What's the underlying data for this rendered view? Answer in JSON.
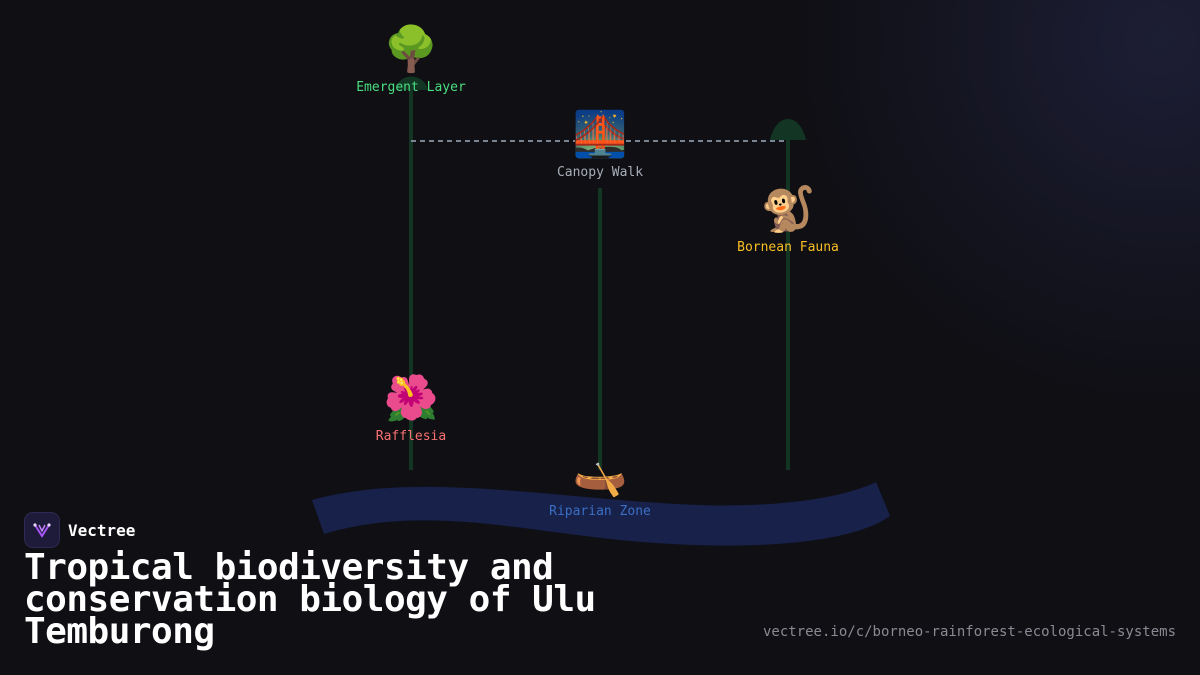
{
  "nodes": [
    {
      "id": "emergent",
      "icon": "tree-icon",
      "emoji": "🌳",
      "label": "Emergent Layer",
      "color": "#4ade80"
    },
    {
      "id": "canopy",
      "icon": "bridge-at-night-icon",
      "emoji": "🌉",
      "label": "Canopy Walk",
      "color": "#a8adb8"
    },
    {
      "id": "fauna",
      "icon": "monkey-icon",
      "emoji": "🐒",
      "label": "Bornean Fauna",
      "color": "#fbbf24"
    },
    {
      "id": "rafflesia",
      "icon": "hibiscus-icon",
      "emoji": "🌺",
      "label": "Rafflesia",
      "color": "#f87171"
    },
    {
      "id": "riparian",
      "icon": "canoe-icon",
      "emoji": "🛶",
      "label": "Riparian Zone",
      "color": "#3b6fc4"
    }
  ],
  "brand": {
    "name": "Vectree",
    "logo": "vectree-logo-icon"
  },
  "title": "Tropical biodiversity and conservation biology of Ulu Temburong",
  "url": "vectree.io/c/borneo-rainforest-ecological-systems",
  "colors": {
    "background": "#0f0f14",
    "trunk": "#123524",
    "river": "#17214a",
    "walkway": "#7a8594"
  }
}
